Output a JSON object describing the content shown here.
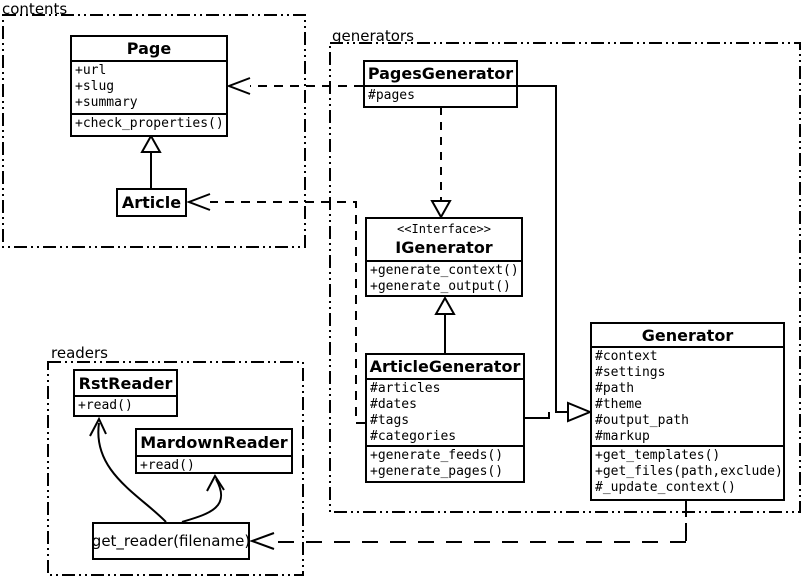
{
  "packages": {
    "contents": {
      "label": "contents"
    },
    "generators": {
      "label": "generators"
    },
    "readers": {
      "label": "readers"
    }
  },
  "classes": {
    "page": {
      "name": "Page",
      "attributes": [
        "+url",
        "+slug",
        "+summary"
      ],
      "methods": [
        "+check_properties()"
      ]
    },
    "article": {
      "name": "Article"
    },
    "pages_generator": {
      "name": "PagesGenerator",
      "attributes": [
        "#pages"
      ]
    },
    "igenerator": {
      "stereotype": "<<Interface>>",
      "name": "IGenerator",
      "methods": [
        "+generate_context()",
        "+generate_output()"
      ]
    },
    "article_generator": {
      "name": "ArticleGenerator",
      "attributes": [
        "#articles",
        "#dates",
        "#tags",
        "#categories"
      ],
      "methods": [
        "+generate_feeds()",
        "+generate_pages()"
      ]
    },
    "generator": {
      "name": "Generator",
      "attributes": [
        "#context",
        "#settings",
        "#path",
        "#theme",
        "#output_path",
        "#markup"
      ],
      "methods": [
        "+get_templates()",
        "+get_files(path,exclude)",
        "#_update_context()"
      ]
    },
    "rst_reader": {
      "name": "RstReader",
      "methods": [
        "+read()"
      ]
    },
    "mardown_reader": {
      "name": "MardownReader",
      "methods": [
        "+read()"
      ]
    },
    "get_reader": {
      "name": "get_reader(filename)"
    }
  },
  "relationships": [
    {
      "type": "generalization",
      "from": "Article",
      "to": "Page"
    },
    {
      "type": "dependency",
      "from": "PagesGenerator",
      "to": "Page"
    },
    {
      "type": "dependency",
      "from": "ArticleGenerator",
      "to": "Article"
    },
    {
      "type": "realization",
      "from": "PagesGenerator",
      "to": "IGenerator"
    },
    {
      "type": "generalization",
      "from": "ArticleGenerator",
      "to": "IGenerator"
    },
    {
      "type": "generalization",
      "from": "PagesGenerator",
      "to": "Generator"
    },
    {
      "type": "generalization",
      "from": "ArticleGenerator",
      "to": "Generator"
    },
    {
      "type": "dependency",
      "from": "Generator",
      "to": "get_reader(filename)"
    },
    {
      "type": "arrow",
      "from": "get_reader(filename)",
      "to": "RstReader"
    },
    {
      "type": "arrow",
      "from": "get_reader(filename)",
      "to": "MardownReader"
    }
  ],
  "colors": {
    "line": "#000000",
    "background": "#ffffff",
    "box_fill": "#ffffff"
  }
}
